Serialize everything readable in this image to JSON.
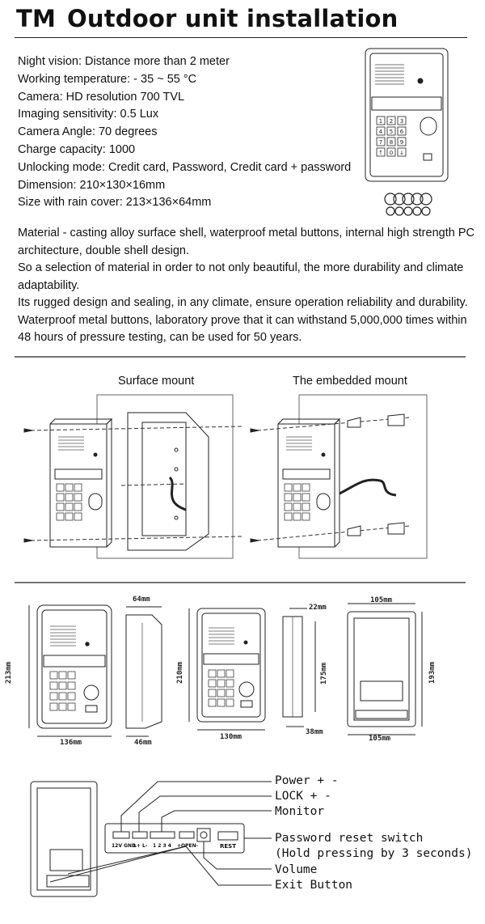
{
  "header": {
    "brand": "TM",
    "title": "Outdoor unit installation"
  },
  "specs": [
    "Night vision: Distance more than 2 meter",
    "Working temperature: - 35 ~ 55 °C",
    "Camera: HD resolution 700 TVL",
    "Imaging sensitivity: 0.5 Lux",
    "Camera Angle: 70 degrees",
    "Charge capacity: 1000",
    "Unlocking mode: Credit card, Password, Credit card + password",
    "Dimension:  210×130×16mm",
    "Size with rain cover:  213×136×64mm"
  ],
  "description": [
    "Material - casting alloy surface shell, waterproof metal buttons, internal high strength PC architecture, double shell design.",
    "So a selection of material in order to not only beautiful, the more durability and climate adaptability.",
    "Its rugged design and sealing, in any climate, ensure operation reliability and durability.",
    "Waterproof metal buttons, laboratory prove that it can withstand 5,000,000 times within 48 hours of pressure testing, can be used for 50 years."
  ],
  "mounts": {
    "surface": "Surface mount",
    "embedded": "The embedded mount"
  },
  "keypad": [
    "1",
    "2",
    "3",
    "4",
    "5",
    "6",
    "7",
    "8",
    "9",
    "↑",
    "0",
    "↓"
  ],
  "dimensions": {
    "front_height": "213mm",
    "front_width": "136mm",
    "side_depth_top": "64mm",
    "side_depth_bottom": "46mm",
    "unit_height": "210mm",
    "unit_width": "130mm",
    "thin_depth_top": "22mm",
    "thin_height": "175mm",
    "thin_depth_bottom": "38mm",
    "back_width_top": "105mm",
    "back_height": "193mm",
    "back_width_bottom": "105mm"
  },
  "terminals": {
    "t1": "12V GND",
    "t2": "L+ L-",
    "t3": "1 2 3 4",
    "t4": "+OPEN-",
    "rest": "REST"
  },
  "wiring_labels": {
    "power": "Power + -",
    "lock": "LOCK + -",
    "monitor": "Monitor",
    "reset": "Password reset switch",
    "reset_note": "(Hold pressing by 3 seconds)",
    "volume": "Volume",
    "exit": "Exit Button"
  }
}
